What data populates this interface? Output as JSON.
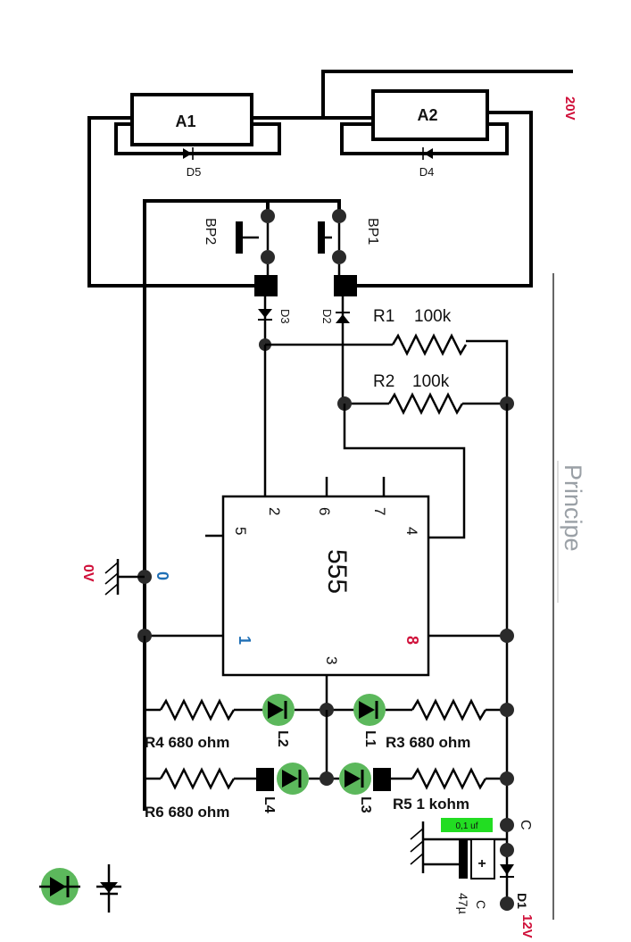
{
  "components": {
    "a1": "A1",
    "a2": "A2",
    "d5": "D5",
    "d4": "D4",
    "bp1": "BP1",
    "bp2": "BP2",
    "d2": "D2",
    "d3": "D3",
    "r1_name": "R1",
    "r1_value": "100k",
    "r2_name": "R2",
    "r2_value": "100k",
    "ic": "555",
    "pin2": "2",
    "pin6": "6",
    "pin7": "7",
    "pin4": "4",
    "pin5": "5",
    "pin1": "1",
    "pin8": "8",
    "pin3": "3",
    "r4": "R4 680 ohm",
    "r3": "R3 680 ohm",
    "r6": "R6 680 ohm",
    "r5": "R5 1 kohm",
    "l1": "L1",
    "l2": "L2",
    "l3": "L3",
    "l4": "L4",
    "cap_small": "0,1 uf",
    "cap_big_name": "C",
    "cap_big_value": "47µ",
    "cap_plus": "+",
    "node_c": "C",
    "d1": "D1"
  },
  "supply": {
    "v20": "20V",
    "v0": "0V",
    "v0_mark": "0",
    "v12": "12V"
  },
  "side_label": "Principe",
  "colors": {
    "supply_red": "#d0103a",
    "pin_blue": "#1f6fb5",
    "led_green": "#5cb85c",
    "cap_label_green": "#22dd22",
    "wire": "#000000"
  },
  "legend": {
    "led_symbol": "led-icon",
    "diode_symbol": "diode-icon"
  }
}
